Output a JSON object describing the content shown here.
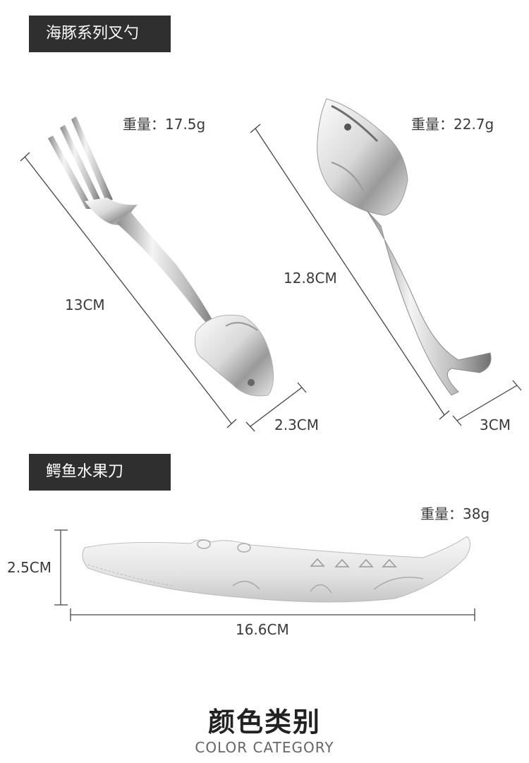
{
  "sections": {
    "dolphin": {
      "label": "海豚系列叉勺",
      "fork": {
        "weight": "重量：17.5g",
        "length": "13CM",
        "width": "2.3CM"
      },
      "spoon": {
        "weight": "重量：22.7g",
        "length": "12.8CM",
        "width": "3CM"
      }
    },
    "crocodile": {
      "label": "鳄鱼水果刀",
      "knife": {
        "weight": "重量：38g",
        "height": "2.5CM",
        "length": "16.6CM"
      }
    }
  },
  "footer": {
    "title_cn": "颜色类别",
    "title_en": "COLOR CATEGORY"
  },
  "colors": {
    "label_bg": "#2f2f2f",
    "metal_light": "#f5f5f5",
    "metal_dark": "#9a9a9a",
    "dim_line": "#444444"
  }
}
